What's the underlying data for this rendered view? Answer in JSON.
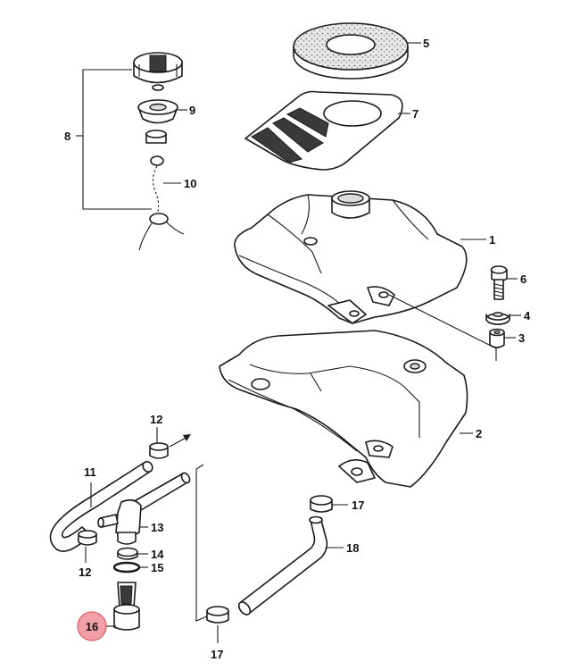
{
  "callouts": [
    {
      "id": "1",
      "label": "1"
    },
    {
      "id": "2",
      "label": "2"
    },
    {
      "id": "3",
      "label": "3"
    },
    {
      "id": "4",
      "label": "4"
    },
    {
      "id": "5",
      "label": "5"
    },
    {
      "id": "6",
      "label": "6"
    },
    {
      "id": "7",
      "label": "7"
    },
    {
      "id": "8",
      "label": "8"
    },
    {
      "id": "9",
      "label": "9"
    },
    {
      "id": "10",
      "label": "10"
    },
    {
      "id": "11",
      "label": "11"
    },
    {
      "id": "12a",
      "label": "12"
    },
    {
      "id": "12b",
      "label": "12"
    },
    {
      "id": "13",
      "label": "13"
    },
    {
      "id": "14",
      "label": "14"
    },
    {
      "id": "15",
      "label": "15"
    },
    {
      "id": "16",
      "label": "16",
      "highlighted": true
    },
    {
      "id": "17a",
      "label": "17"
    },
    {
      "id": "17b",
      "label": "17"
    },
    {
      "id": "18",
      "label": "18"
    }
  ],
  "colors": {
    "line": "#1a1a1a",
    "highlight_fill": "#f2a0a6",
    "highlight_stroke": "#e05a66",
    "background": "#ffffff"
  }
}
